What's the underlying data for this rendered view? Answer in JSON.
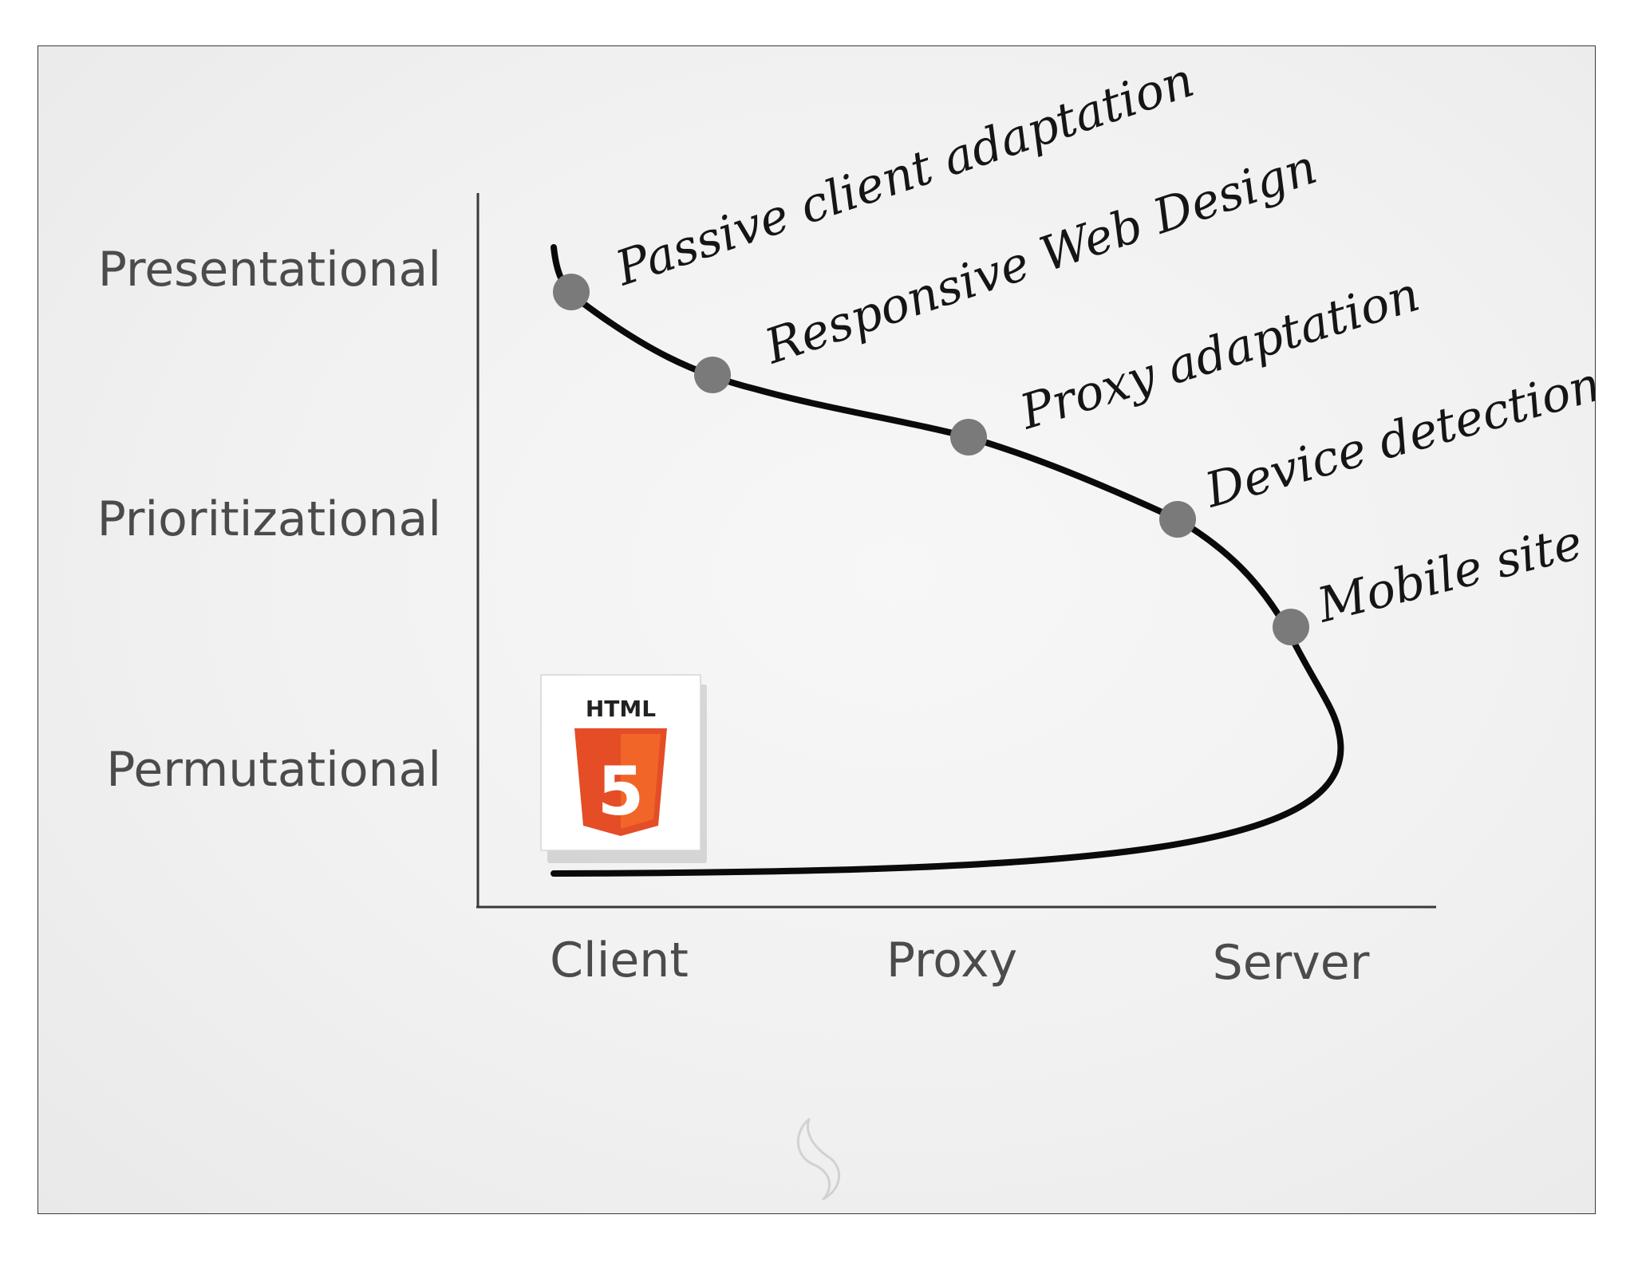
{
  "diagram": {
    "y_levels": [
      {
        "label": "Presentational"
      },
      {
        "label": "Prioritizational"
      },
      {
        "label": "Permutational"
      }
    ],
    "x_positions": [
      {
        "label": "Client"
      },
      {
        "label": "Proxy"
      },
      {
        "label": "Server"
      }
    ],
    "curve_points": [
      {
        "label": "Passive client adaptation"
      },
      {
        "label": "Responsive Web Design"
      },
      {
        "label": "Proxy adaptation"
      },
      {
        "label": "Device detection"
      },
      {
        "label": "Mobile site"
      }
    ],
    "badge": {
      "word": "HTML",
      "number": "5",
      "icon": "html5-logo-icon"
    },
    "footer_icon": "flame-logo-icon",
    "colors": {
      "curve": "#0a0a0a",
      "point": "#7a7a7a",
      "axis": "#3a3a3a",
      "label_text": "#4b4b4b",
      "html5_orange": "#e44d26",
      "html5_light_orange": "#f16529"
    }
  }
}
